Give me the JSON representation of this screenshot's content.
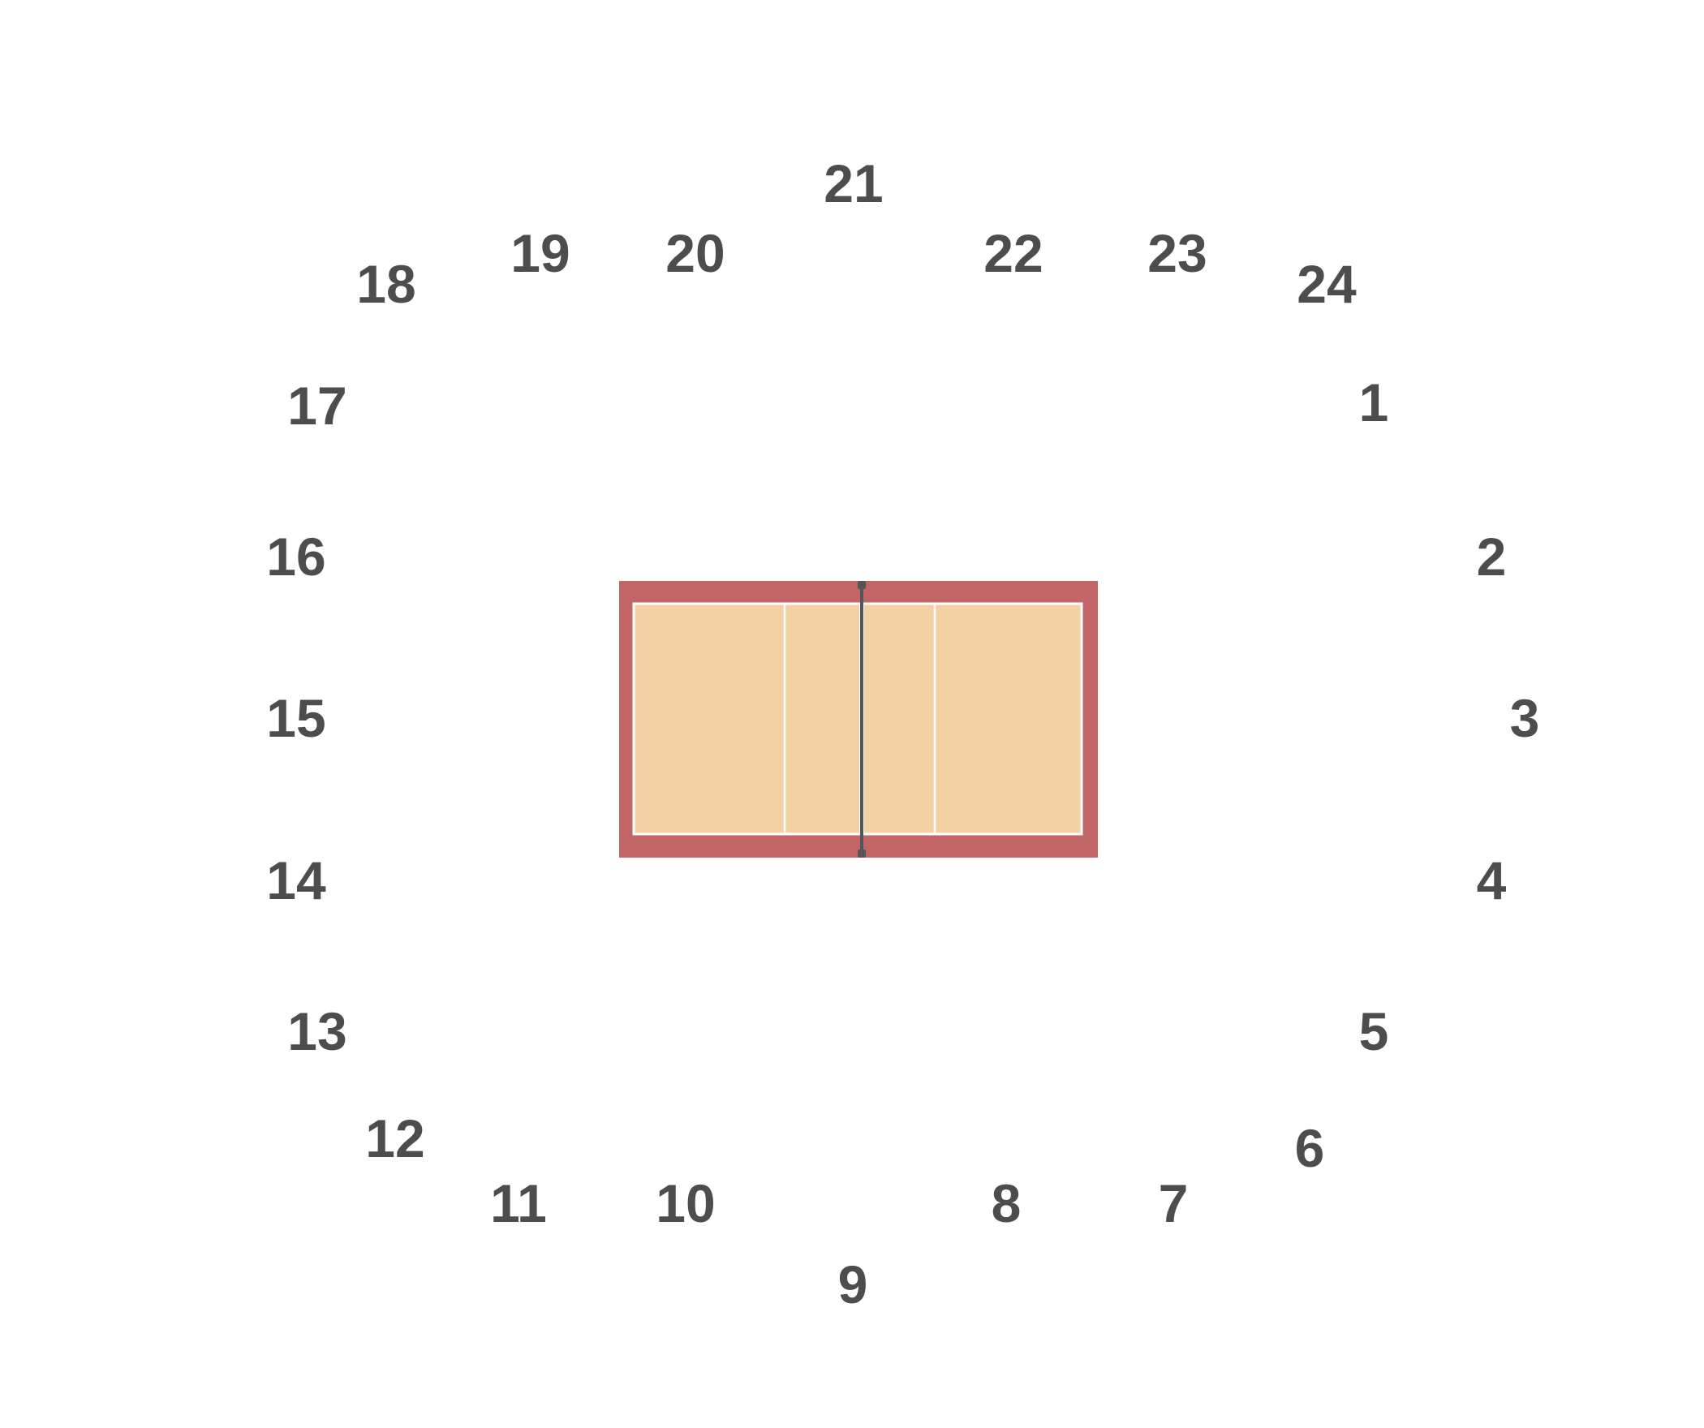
{
  "diagram": {
    "type": "court seating map",
    "colors": {
      "background": "#ffffff",
      "court_surround": "#c16566",
      "court_floor": "#f3d1a5",
      "court_lines": "#ffffff",
      "net": "#555555",
      "section_label": "#4d4d4d"
    },
    "court": {
      "sport": "volleyball",
      "net_icon": "volleyball-net-icon"
    },
    "sections": [
      {
        "label": "1"
      },
      {
        "label": "2"
      },
      {
        "label": "3"
      },
      {
        "label": "4"
      },
      {
        "label": "5"
      },
      {
        "label": "6"
      },
      {
        "label": "7"
      },
      {
        "label": "8"
      },
      {
        "label": "9"
      },
      {
        "label": "10"
      },
      {
        "label": "11"
      },
      {
        "label": "12"
      },
      {
        "label": "13"
      },
      {
        "label": "14"
      },
      {
        "label": "15"
      },
      {
        "label": "16"
      },
      {
        "label": "17"
      },
      {
        "label": "18"
      },
      {
        "label": "19"
      },
      {
        "label": "20"
      },
      {
        "label": "21"
      },
      {
        "label": "22"
      },
      {
        "label": "23"
      },
      {
        "label": "24"
      }
    ]
  }
}
